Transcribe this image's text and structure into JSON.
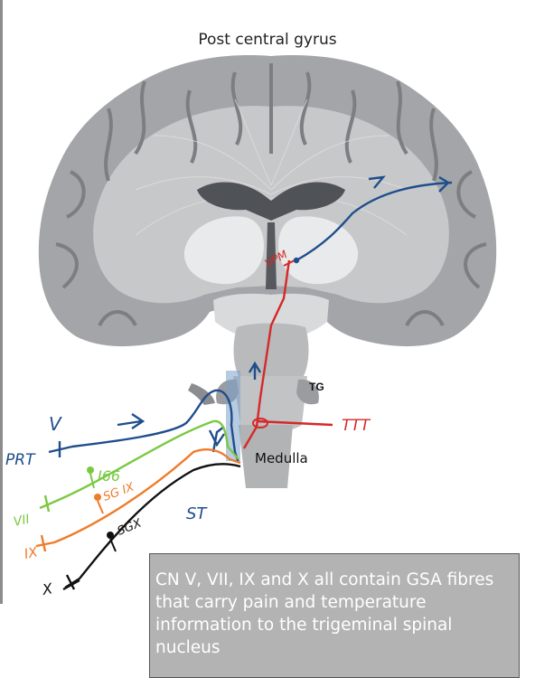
{
  "title": "Post central gyrus",
  "labels": {
    "vpm": "VPM",
    "tg": "TG",
    "ttt": "TTT",
    "medulla": "Medulla",
    "st": "ST",
    "cn_v": "V",
    "prt": "PRT",
    "ig6": "I66",
    "vii": "VII",
    "sg7": "SG IX",
    "ix": "IX",
    "sg10": "SGX",
    "x": "X"
  },
  "caption": "CN V, VII, IX and X all contain GSA fibres that carry pain and temperature information to the trigeminal spinal nucleus",
  "colors": {
    "cn_v_pathway": "#1f4e8c",
    "cn_vii": "#7ac943",
    "cn_ix": "#f07b2a",
    "cn_x": "#111111",
    "thalamic_pathway": "#d62828",
    "caption_bg": "#b3b3b3"
  }
}
